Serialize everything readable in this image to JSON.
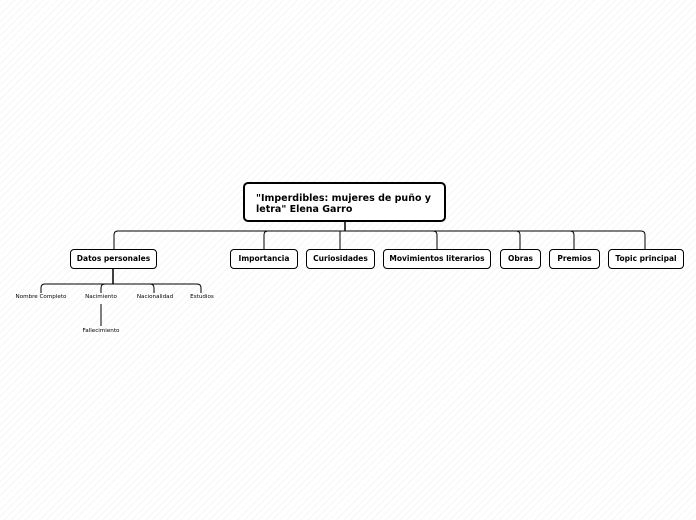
{
  "diagram": {
    "root": {
      "text": "\"Imperdibles: mujeres de puño y letra\" Elena Garro"
    },
    "topics": [
      {
        "id": "datos",
        "text": "Datos personales"
      },
      {
        "id": "importancia",
        "text": "Importancia"
      },
      {
        "id": "curiosidades",
        "text": "Curiosidades"
      },
      {
        "id": "movimientos",
        "text": "Movimientos literarios"
      },
      {
        "id": "obras",
        "text": "Obras"
      },
      {
        "id": "premios",
        "text": "Premios"
      },
      {
        "id": "topic",
        "text": "Topic principal"
      }
    ],
    "subtopics": [
      {
        "id": "nombre",
        "text": "Nombre Completo",
        "parent": "datos"
      },
      {
        "id": "nacimiento",
        "text": "Nacimiento",
        "parent": "datos"
      },
      {
        "id": "nacionalidad",
        "text": "Nacionalidad",
        "parent": "datos"
      },
      {
        "id": "estudios",
        "text": "Estudios",
        "parent": "datos"
      },
      {
        "id": "fallecimiento",
        "text": "Fallecimiento",
        "parent": "nacimiento"
      }
    ],
    "colors": {
      "line": "#000000",
      "node_border": "#000000",
      "node_fill": "#ffffff",
      "background": "#ffffff"
    }
  }
}
